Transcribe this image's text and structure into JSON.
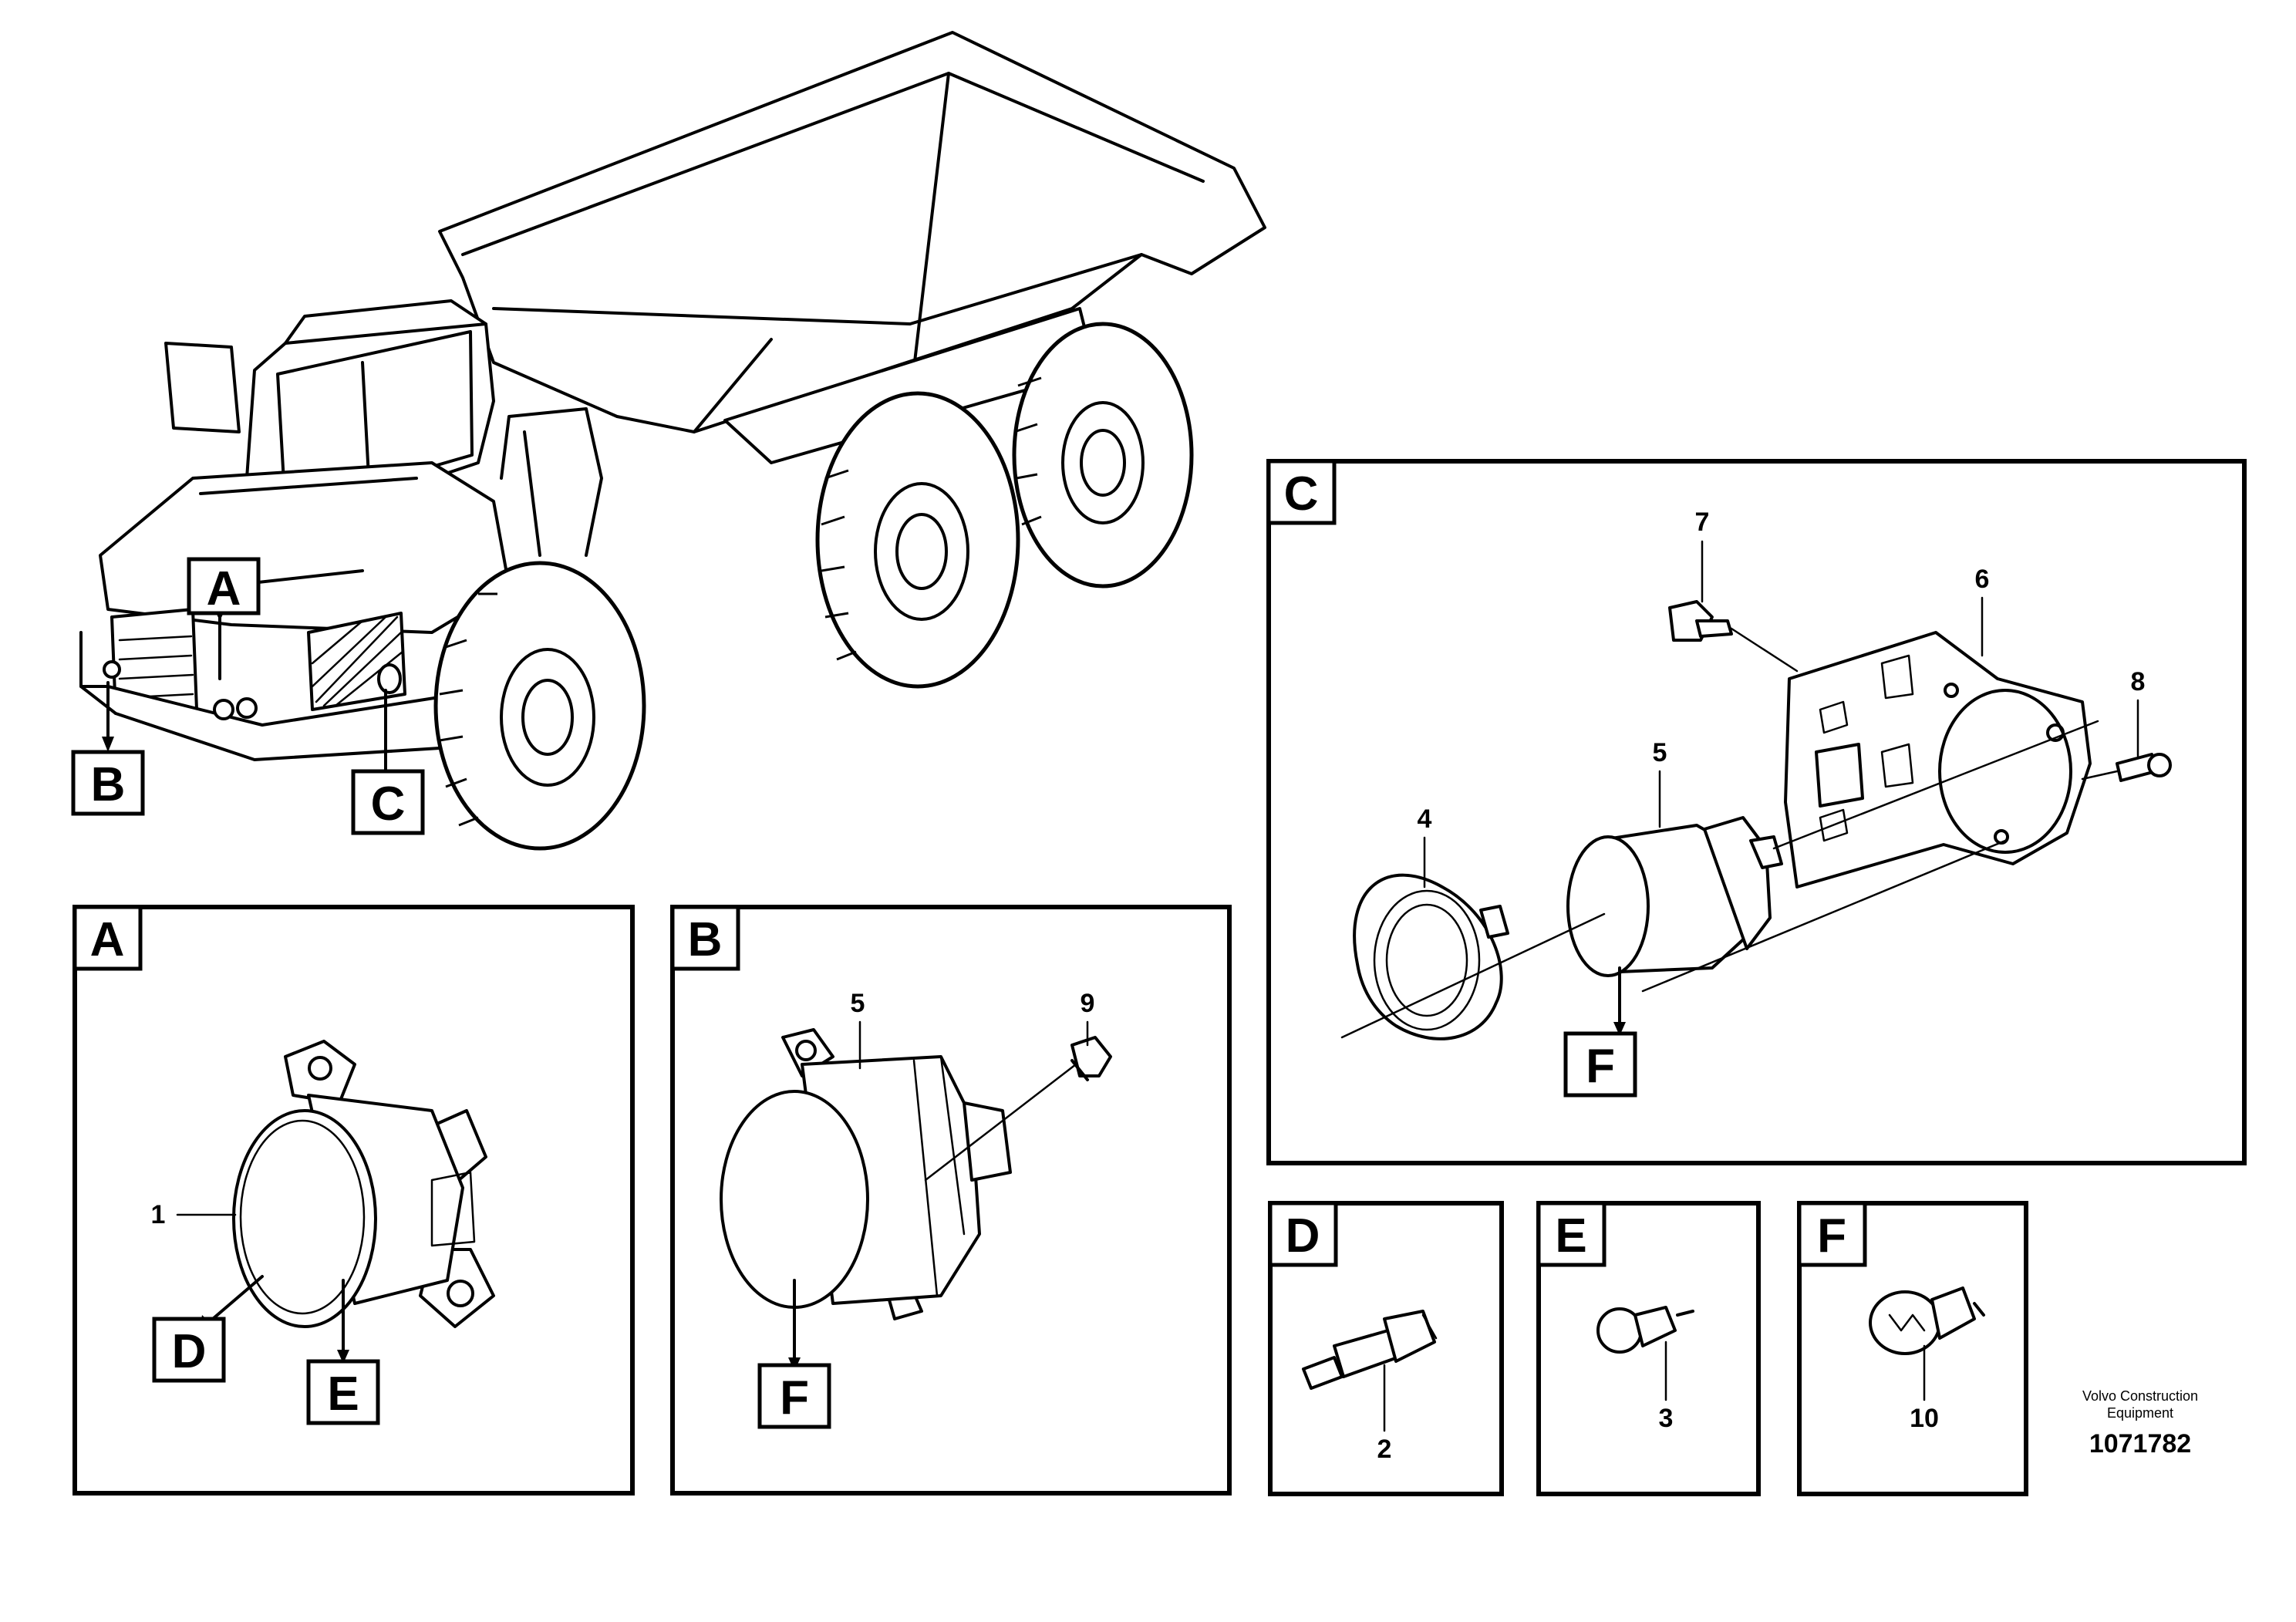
{
  "callouts": {
    "truck": [
      "A",
      "B",
      "C"
    ],
    "panels": {
      "A": {
        "title": "A",
        "parts": [
          "1"
        ],
        "bulb_refs": [
          "D",
          "E"
        ]
      },
      "B": {
        "title": "B",
        "parts": [
          "5",
          "9"
        ],
        "bulb_refs": [
          "F"
        ]
      },
      "C": {
        "title": "C",
        "parts": [
          "7",
          "6",
          "8",
          "5",
          "4"
        ],
        "bulb_refs": [
          "F"
        ]
      },
      "D": {
        "title": "D",
        "parts": [
          "2"
        ]
      },
      "E": {
        "title": "E",
        "parts": [
          "3"
        ]
      },
      "F": {
        "title": "F",
        "parts": [
          "10"
        ]
      }
    }
  },
  "footer": {
    "brand_line1": "Volvo Construction",
    "brand_line2": "Equipment",
    "drawing_number": "1071782"
  }
}
